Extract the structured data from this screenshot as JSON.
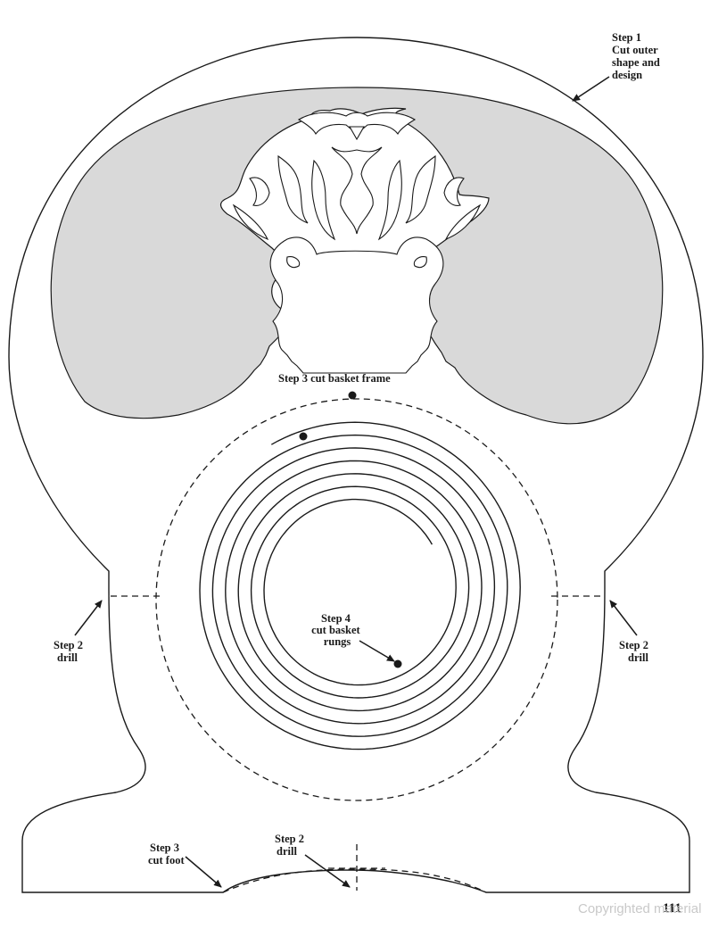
{
  "labels": {
    "step1": [
      "Step 1",
      "Cut outer",
      "shape and",
      "design"
    ],
    "step3_frame": "Step 3 cut basket frame",
    "step4": [
      "Step 4",
      "cut basket",
      "rungs"
    ],
    "step2_left": [
      "Step 2",
      "drill"
    ],
    "step2_right": [
      "Step 2",
      "drill"
    ],
    "step3_foot": [
      "Step 3",
      "cut foot"
    ],
    "step2_bottom": [
      "Step 2",
      "drill"
    ]
  },
  "page_number": "111",
  "watermark": "Copyrighted material"
}
